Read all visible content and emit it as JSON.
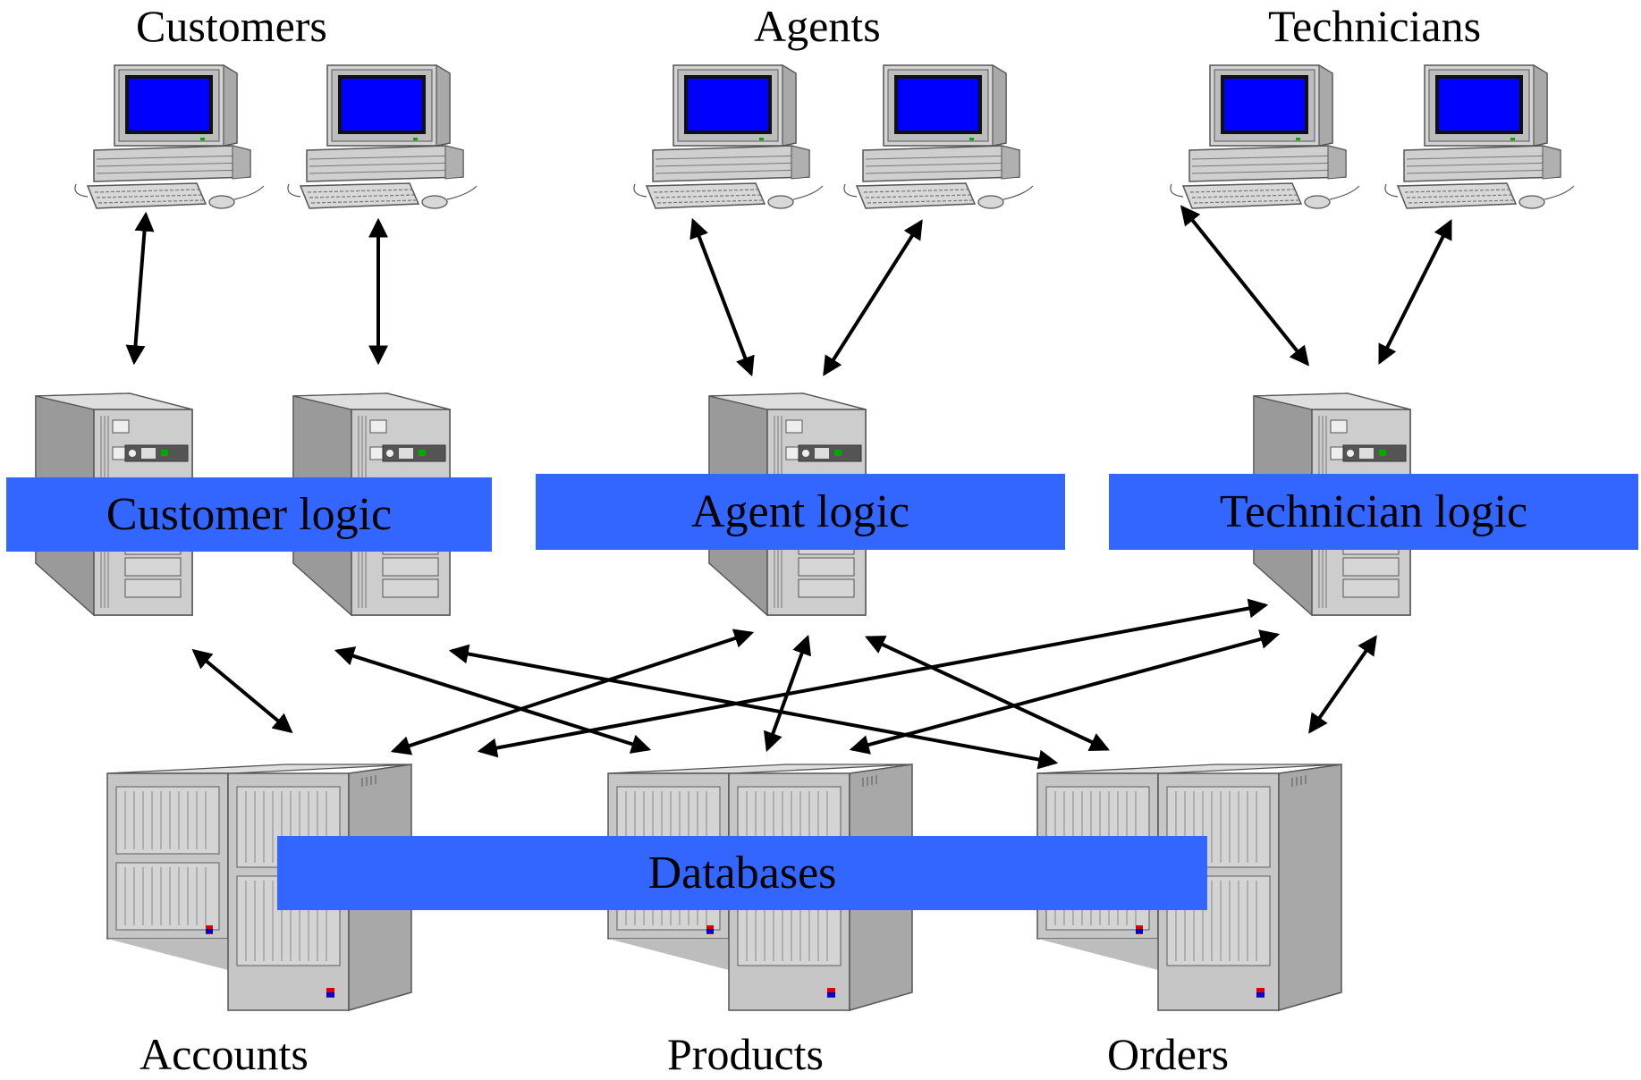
{
  "headers": {
    "customers": "Customers",
    "agents": "Agents",
    "technicians": "Technicians"
  },
  "logic": {
    "customer": "Customer logic",
    "agent": "Agent logic",
    "technician": "Technician logic"
  },
  "databases_label": "Databases",
  "db_labels": {
    "accounts": "Accounts",
    "products": "Products",
    "orders": "Orders"
  },
  "colors": {
    "bar_fill": "#3366ff",
    "screen": "#0000ff",
    "device_body": "#c8c8c8",
    "arrow": "#000000"
  },
  "icons": {
    "workstation": "desktop-computer-icon",
    "server": "tower-server-icon",
    "database": "rack-database-server-icon"
  }
}
